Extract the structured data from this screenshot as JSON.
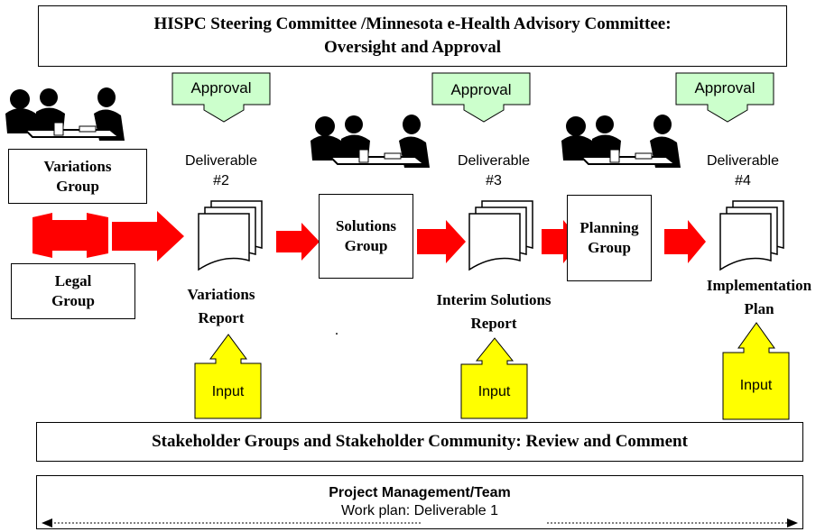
{
  "header": {
    "line1": "HISPC Steering Committee /Minnesota  e-Health Advisory Committee:",
    "line2": "Oversight and Approval"
  },
  "approval_labels": [
    "Approval",
    "Approval",
    "Approval"
  ],
  "groups": {
    "variations": [
      "Variations",
      "Group"
    ],
    "legal": [
      "Legal",
      "Group"
    ],
    "solutions": [
      "Solutions",
      "Group"
    ],
    "planning": [
      "Planning",
      "Group"
    ]
  },
  "deliverables": [
    {
      "label": "Deliverable",
      "number": "#2",
      "name_line1": "Variations",
      "name_line2": "Report"
    },
    {
      "label": "Deliverable",
      "number": "#3",
      "name_line1": "Interim Solutions",
      "name_line2": "Report"
    },
    {
      "label": "Deliverable",
      "number": "#4",
      "name_line1": "Implementation",
      "name_line2": "Plan"
    }
  ],
  "input_labels": [
    "Input",
    "Input",
    "Input"
  ],
  "stakeholder_text": "Stakeholder Groups and Stakeholder Community: Review and Comment",
  "project": {
    "title": "Project Management/Team",
    "subtitle": "Work plan: Deliverable 1"
  },
  "dot_text": ".",
  "colors": {
    "approval_arrow": "#ccffcc",
    "input_arrow": "#ffff00",
    "flow_arrow": "#ff0000",
    "border": "#000000"
  }
}
